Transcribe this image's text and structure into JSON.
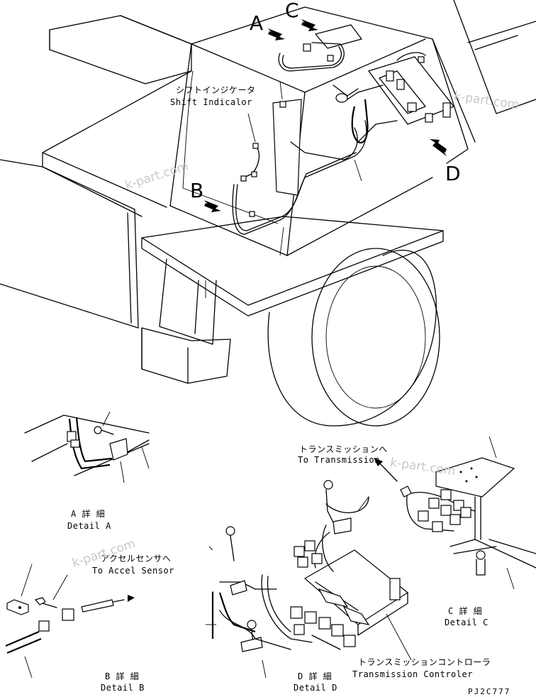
{
  "callouts": {
    "a": "A",
    "b": "B",
    "c": "C",
    "d": "D"
  },
  "labels": {
    "shift_indicator_jp": "シフトインジケータ",
    "shift_indicator_en": "Shift Indicalor",
    "to_transmission_jp": "トランスミッションへ",
    "to_transmission_en": "To Transmission",
    "to_accel_sensor_jp": "アクセルセンサへ",
    "to_accel_sensor_en": "To Accel Sensor",
    "transmission_controller_jp": "トランスミッションコントローラ",
    "transmission_controller_en": "Transmission Controler",
    "detail_a_jp": "A 詳 細",
    "detail_a_en": "Detail A",
    "detail_b_jp": "B 詳 細",
    "detail_b_en": "Detail B",
    "detail_c_jp": "C 詳 細",
    "detail_c_en": "Detail C",
    "detail_d_jp": "D 詳 細",
    "detail_d_en": "Detail D"
  },
  "drawing_code": "PJ2C777",
  "watermarks": [
    "k-part.com",
    "k-part.com",
    "k-part.com",
    "k-part.com"
  ]
}
